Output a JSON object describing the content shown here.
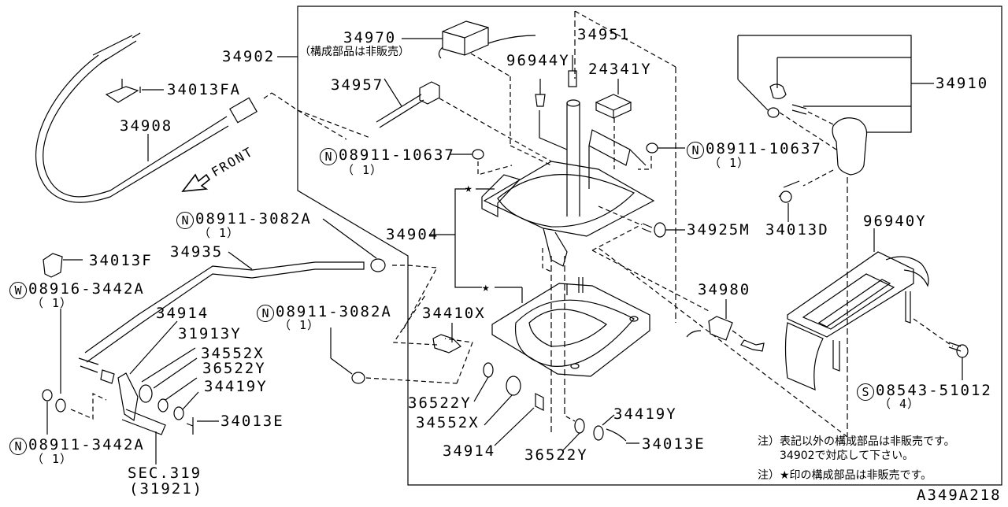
{
  "diagram": {
    "title": "Shift lever assembly parts diagram",
    "code": "A349A218",
    "front_label": "FRONT",
    "parts": {
      "p34902": "34902",
      "p34970": "34970",
      "p34970_note": "（構成部品は非販売）",
      "p34951": "34951",
      "p96944Y": "96944Y",
      "p24341Y": "24341Y",
      "p34910": "34910",
      "p34013FA": "34013FA",
      "p34908": "34908",
      "p34957": "34957",
      "nut_top_left": "08911-10637",
      "nut_top_left_qty": "（ 1）",
      "nut_top_right": "08911-10637",
      "nut_top_right_qty": "（ 1）",
      "p34904": "34904",
      "p34925M": "34925M",
      "p34013D": "34013D",
      "p96940Y": "96940Y",
      "nut_3082_top": "08911-3082A",
      "nut_3082_top_qty": "（ 1）",
      "p34935": "34935",
      "p34013F": "34013F",
      "washer_3442": "08916-3442A",
      "washer_3442_qty": "（ 1）",
      "p34914_left": "34914",
      "p31913Y": "31913Y",
      "p34552X_left": "34552X",
      "p36522Y_left": "36522Y",
      "p34419Y_left": "34419Y",
      "p34013E_left": "34013E",
      "nut_3442": "08911-3442A",
      "nut_3442_qty": "（ 1）",
      "sec_ref": "SEC.319",
      "sec_ref_sub": "(31921)",
      "nut_3082_mid": "08911-3082A",
      "nut_3082_mid_qty": "（ 1）",
      "p34410X": "34410X",
      "p36522Y_mid": "36522Y",
      "p34552X_mid": "34552X",
      "p34914_mid": "34914",
      "p36522Y_right": "36522Y",
      "p34419Y_right": "34419Y",
      "p34013E_right": "34013E",
      "p34980": "34980",
      "screw_51012": "08543-51012",
      "screw_51012_qty": "（ 4）"
    },
    "prefix_symbols": {
      "nut": "N",
      "washer": "W",
      "screw": "S"
    },
    "notes": [
      "注）表記以外の構成部品は非販売です。",
      "　　34902で対応して下さい。",
      "注）★印の構成部品は非販売です。"
    ]
  }
}
